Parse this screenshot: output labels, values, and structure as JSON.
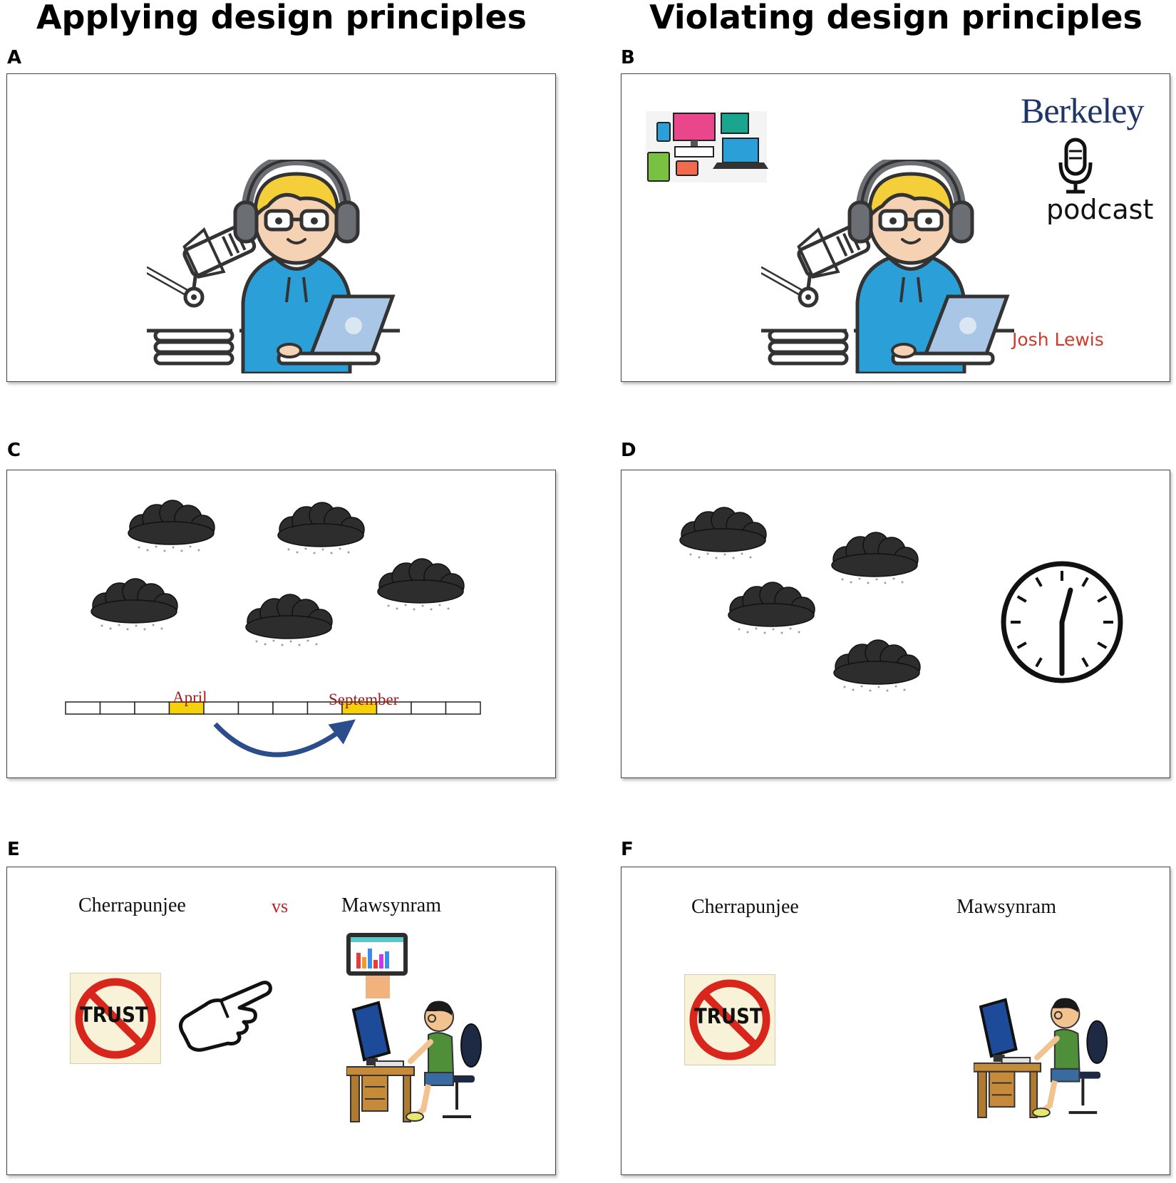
{
  "headings": {
    "left": "Applying design principles",
    "right": "Violating design principles"
  },
  "panels": {
    "A": {
      "letter": "A"
    },
    "B": {
      "letter": "B",
      "brand": "Berkeley",
      "podcast": "podcast",
      "presenter": "Josh Lewis"
    },
    "C": {
      "letter": "C",
      "month_start": "April",
      "month_end": "September",
      "timeline_cells": 12,
      "highlighted_cells": [
        4,
        9
      ]
    },
    "D": {
      "letter": "D"
    },
    "E": {
      "letter": "E",
      "place_left": "Cherrapunjee",
      "versus": "vs",
      "place_right": "Mawsynram",
      "stamp_text": "TRUST"
    },
    "F": {
      "letter": "F",
      "place_left": "Cherrapunjee",
      "place_right": "Mawsynram",
      "stamp_text": "TRUST"
    }
  },
  "colors": {
    "hoodie": "#2a9fd8",
    "hair": "#f5cf3a",
    "headphones": "#6b6e73",
    "laptop": "#a9c6e6",
    "cloud": "#2d2d2d",
    "highlight": "#f4d10a",
    "arrow": "#2b4d8c",
    "label_red": "#a11b1b",
    "berkeley_blue": "#1f3568",
    "presenter_red": "#d03a2a",
    "stamp_red": "#d9261c"
  }
}
